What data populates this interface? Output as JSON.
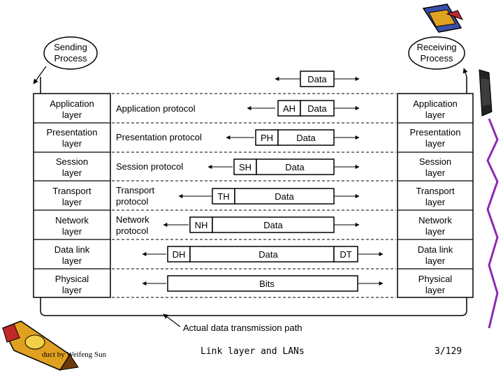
{
  "sending_process": [
    "Sending",
    "Process"
  ],
  "receiving_process": [
    "Receiving",
    "Process"
  ],
  "layers": [
    [
      "Application",
      "layer"
    ],
    [
      "Presentation",
      "layer"
    ],
    [
      "Session",
      "layer"
    ],
    [
      "Transport",
      "layer"
    ],
    [
      "Network",
      "layer"
    ],
    [
      "Data link",
      "layer"
    ],
    [
      "Physical",
      "layer"
    ]
  ],
  "protocols": [
    [
      "Application protocol"
    ],
    [
      "Presentation protocol"
    ],
    [
      "Session protocol"
    ],
    [
      "Transport",
      "protocol"
    ],
    [
      "Network",
      "protocol"
    ]
  ],
  "top_data_label": "Data",
  "headers": [
    "AH",
    "PH",
    "SH",
    "TH",
    "NH",
    "DH"
  ],
  "data_label": "Data",
  "trailer": "DT",
  "bits_label": "Bits",
  "path_label": "Actual data transmission path",
  "footer": {
    "author": "duct by Weifeng Sun",
    "title": "Link layer and LANs",
    "page": "3/129"
  },
  "colors": {
    "pencil_body": "#e0a020",
    "pencil_dark": "#6b3a0a",
    "pencil_accent": "#c0282a",
    "pencil_blue": "#3b4fa8"
  }
}
